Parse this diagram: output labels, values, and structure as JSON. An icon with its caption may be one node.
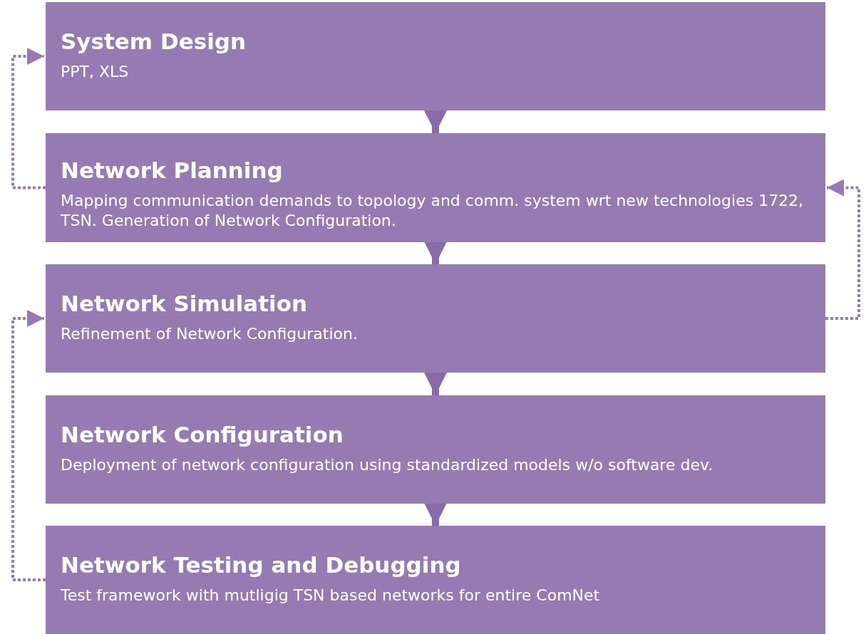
{
  "diagram": {
    "nodes": [
      {
        "text": [
          "System Design",
          "PPT, XLS"
        ]
      },
      {
        "text": [
          "Network Planning",
          "Mapping communication demands to topology and comm. system wrt new technologies 1722, TSN. Generation of Network Configuration."
        ]
      },
      {
        "text": [
          "Network Simulation",
          "Refinement of Network Configuration."
        ]
      },
      {
        "text": [
          "Network Configuration",
          "Deployment of network configuration using standardized models w/o software dev."
        ]
      },
      {
        "text": [
          "Network Testing and Debugging",
          "Test framework with mutligig TSN based networks for entire ComNet"
        ]
      }
    ],
    "edges": [
      {
        "from": 0,
        "to": 1,
        "arrow": "to"
      },
      {
        "from": 1,
        "to": 2,
        "arrow": "to"
      },
      {
        "from": 2,
        "to": 3,
        "arrow": "to"
      },
      {
        "from": 3,
        "to": 4,
        "arrow": "to"
      },
      {
        "from": 1,
        "to": 0,
        "arrow": "to",
        "style": "dashed"
      },
      {
        "from": 2,
        "to": 1,
        "arrow": "to",
        "style": "dashed"
      },
      {
        "from": 4,
        "to": 2,
        "arrow": "to",
        "style": "dashed"
      }
    ]
  }
}
